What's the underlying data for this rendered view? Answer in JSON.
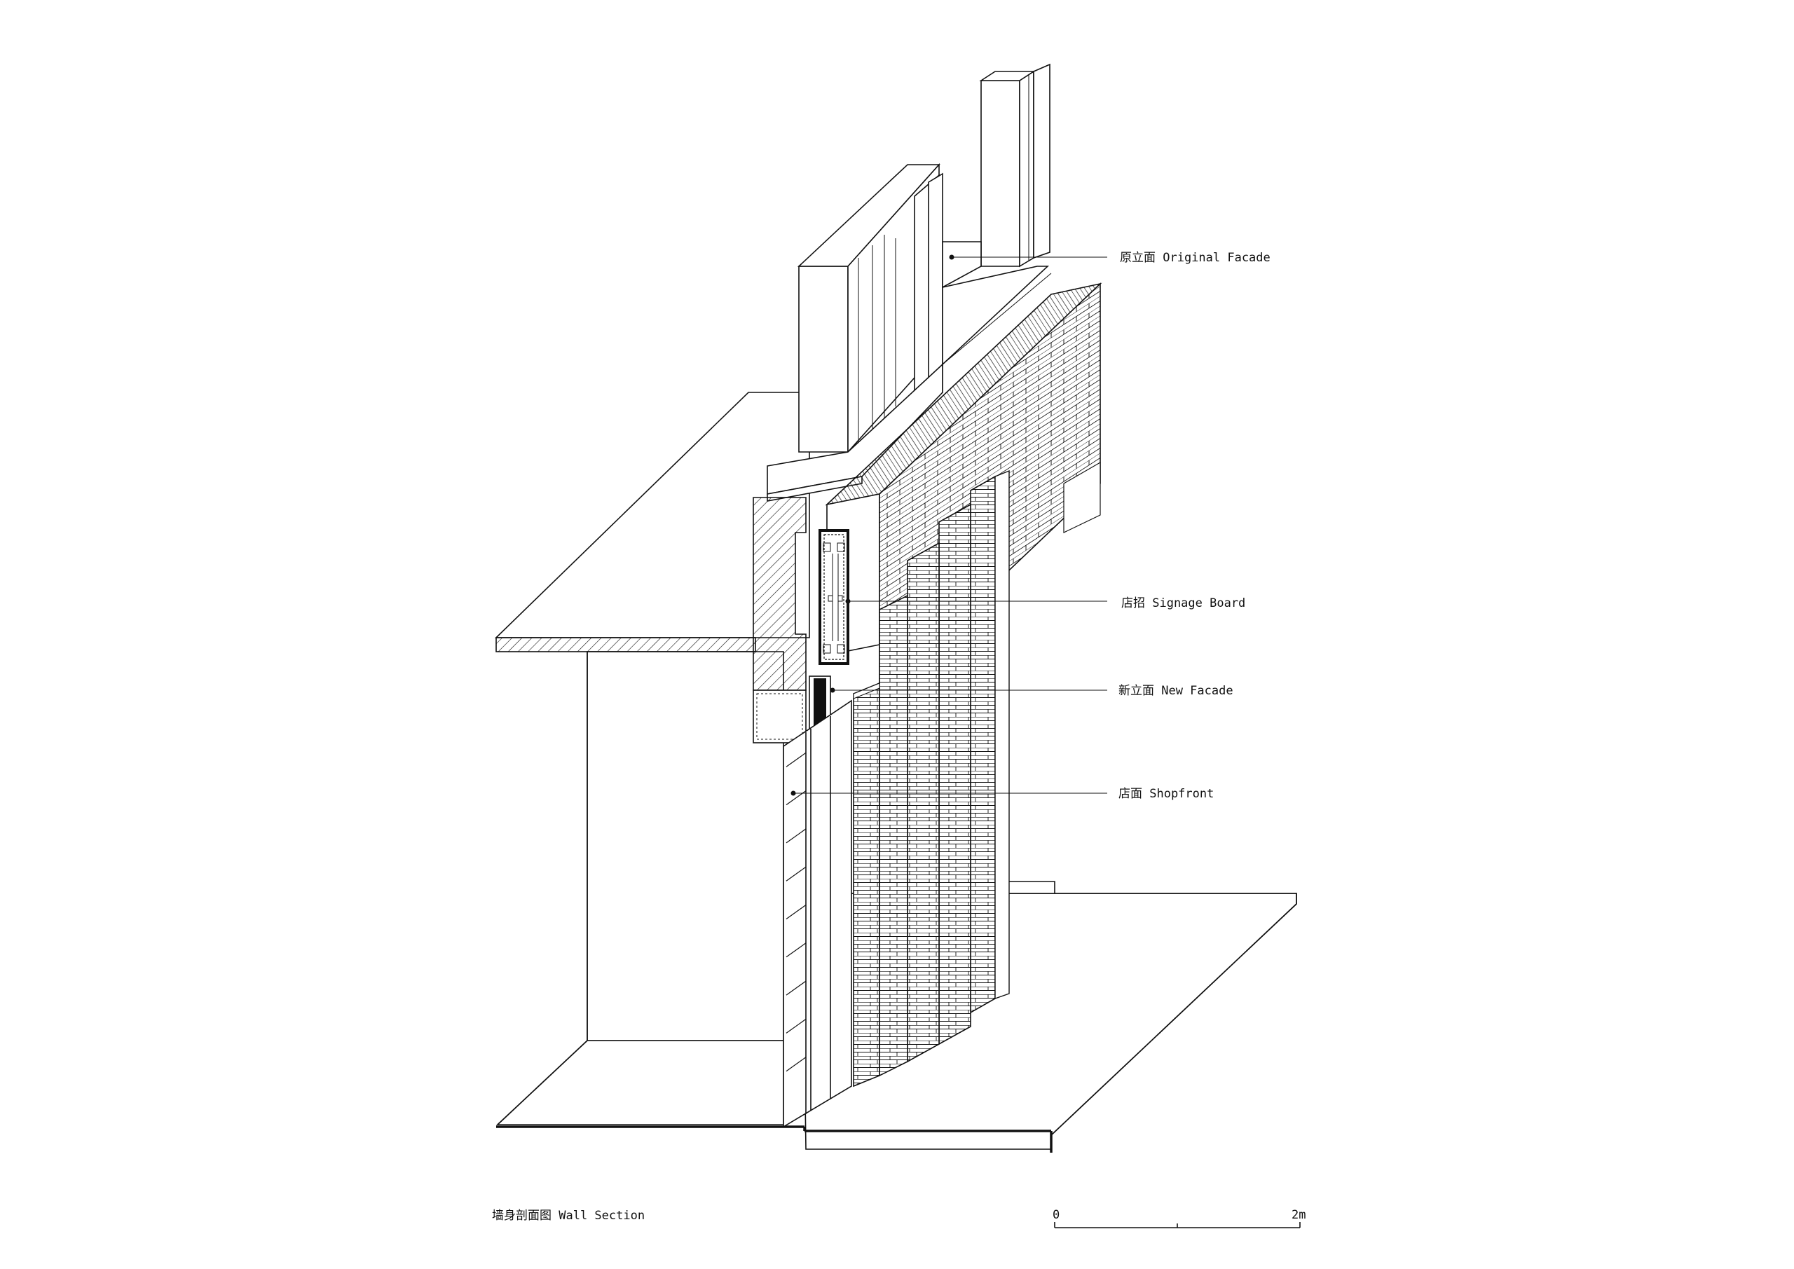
{
  "drawing": {
    "title": "墙身剖面图 Wall Section",
    "callouts": [
      {
        "id": "original-facade",
        "text": "原立面 Original Facade"
      },
      {
        "id": "signage-board",
        "text": "店招 Signage Board"
      },
      {
        "id": "new-facade",
        "text": "新立面 New Facade"
      },
      {
        "id": "shopfront",
        "text": "店面 Shopfront"
      }
    ],
    "scale_bar": {
      "start_label": "0",
      "end_label": "2m"
    }
  }
}
